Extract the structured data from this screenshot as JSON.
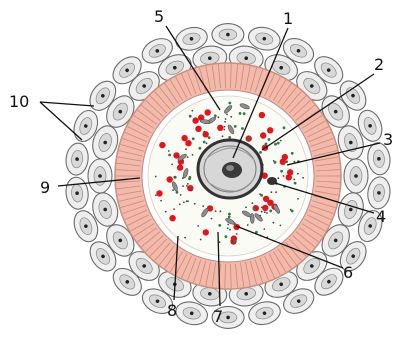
{
  "labels": {
    "l1": "1",
    "l2": "2",
    "l3": "3",
    "l4": "4",
    "l5": "5",
    "l6": "6",
    "l7": "7",
    "l8": "8",
    "l9": "9",
    "l10": "10"
  },
  "colors": {
    "background": "#ffffff",
    "outer_cells_fill": "#efefef",
    "outer_cells_stroke": "#6b6b6b",
    "corona_fill": "#f3b9aa",
    "corona_stroke": "#c7907e",
    "zona_fill": "#ffffff",
    "cytoplasm_fill": "#fbfbf6",
    "granule_red": "#e0161b",
    "granule_green": "#2f7a43",
    "granule_dark": "#444444",
    "nucleus_fill": "#d7d7d7",
    "nucleus_stroke": "#333333",
    "nucleolus_fill": "#3a3a3a",
    "leader_line": "#111111"
  }
}
